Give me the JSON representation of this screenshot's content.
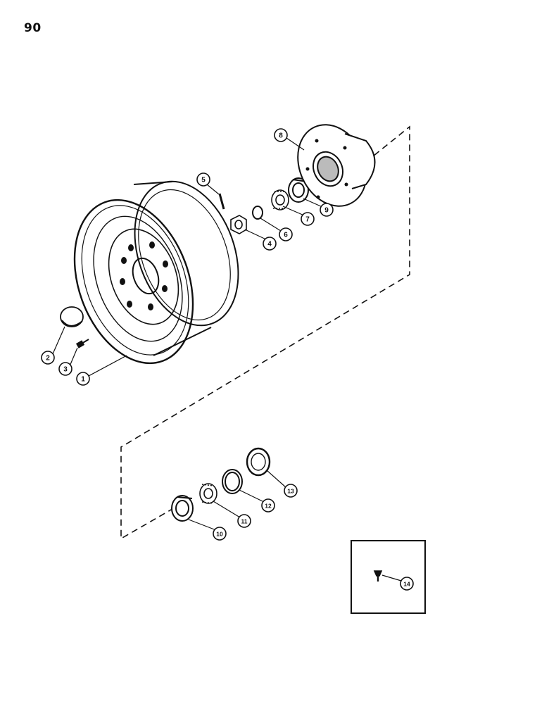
{
  "page": {
    "number": "90"
  },
  "callouts": [
    {
      "id": "1",
      "label": "1"
    },
    {
      "id": "2",
      "label": "2"
    },
    {
      "id": "3",
      "label": "3"
    },
    {
      "id": "4",
      "label": "4"
    },
    {
      "id": "5",
      "label": "5"
    },
    {
      "id": "6",
      "label": "6"
    },
    {
      "id": "7",
      "label": "7"
    },
    {
      "id": "8",
      "label": "8"
    },
    {
      "id": "9",
      "label": "9"
    },
    {
      "id": "10",
      "label": "10"
    },
    {
      "id": "11",
      "label": "11"
    },
    {
      "id": "12",
      "label": "12"
    },
    {
      "id": "13",
      "label": "13"
    },
    {
      "id": "14",
      "label": "14"
    }
  ],
  "colors": {
    "ink": "#111111",
    "paper": "#ffffff"
  }
}
